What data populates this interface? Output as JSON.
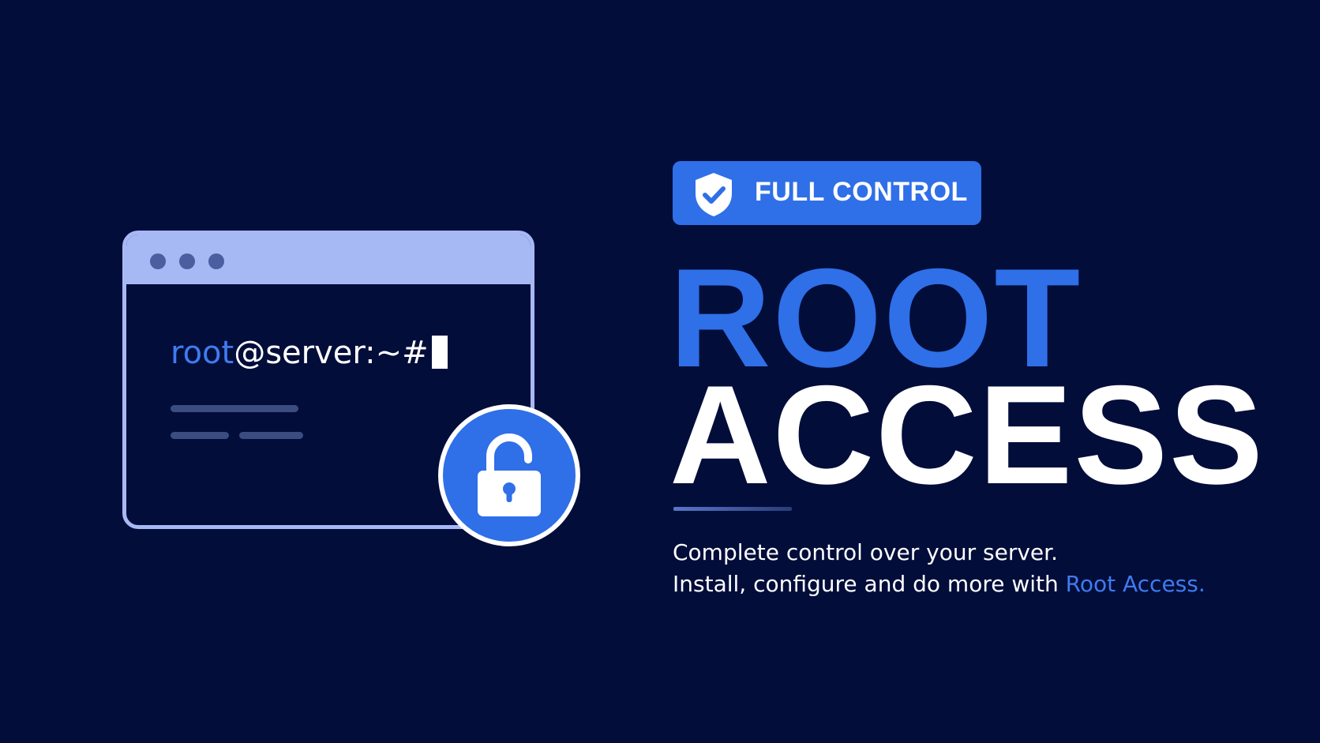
{
  "colors": {
    "background": "#020d3a",
    "accent": "#2f6fe8",
    "terminal_frame": "#a7b9f5",
    "text": "#ffffff"
  },
  "terminal": {
    "prompt_user": "root",
    "prompt_rest": "@server:~#"
  },
  "badge": {
    "icon": "shield-check-icon",
    "label": "FULL CONTROL"
  },
  "lock": {
    "icon": "unlocked-padlock-icon"
  },
  "headline": {
    "line1": "ROOT",
    "line2": "ACCESS"
  },
  "description": {
    "line1": "Complete control over your server.",
    "line2_text": "Install, configure and do more with ",
    "line2_highlight": "Root Access."
  }
}
